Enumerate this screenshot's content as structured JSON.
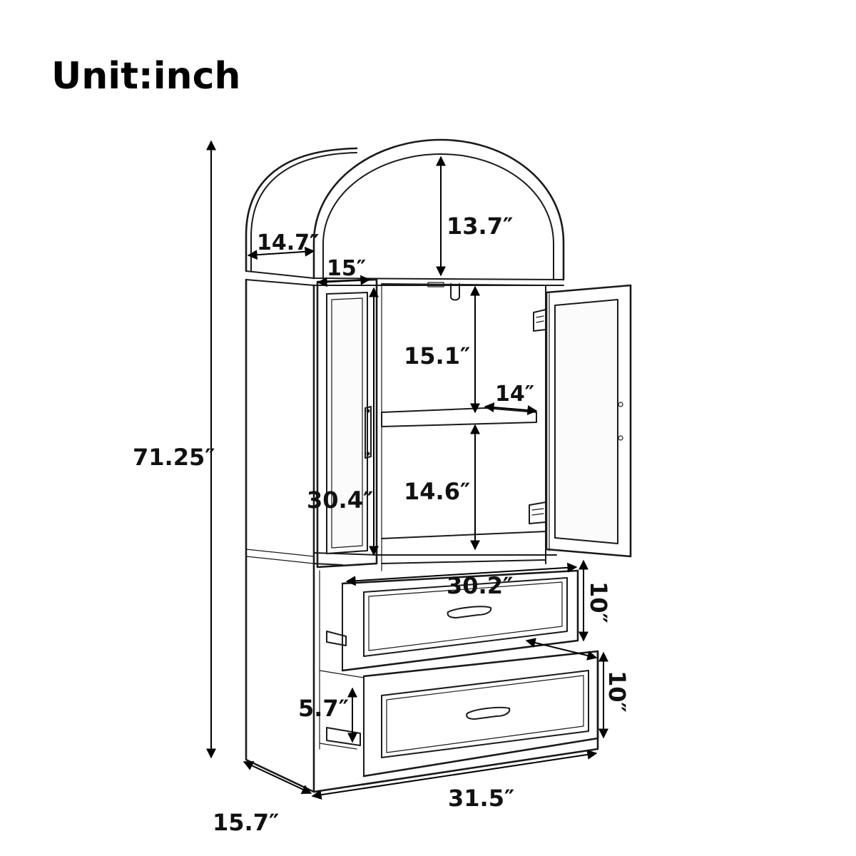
{
  "title": "Unit:inch",
  "colors": {
    "ink": "#111111",
    "background": "#ffffff"
  },
  "dimensions": {
    "overall_height": "71.25″",
    "arch_width": "14.7″",
    "arch_height": "13.7″",
    "side_depth": "15″",
    "upper_shelf_height": "15.1″",
    "shelf_depth": "14″",
    "cabinet_height": "30.4″",
    "lower_shelf_height": "14.6″",
    "inner_width": "30.2″",
    "drawer1_height": "10″",
    "drawer2_height": "10″",
    "drawer_depth": "5.7″",
    "base_depth": "15.7″",
    "base_width": "31.5″"
  }
}
